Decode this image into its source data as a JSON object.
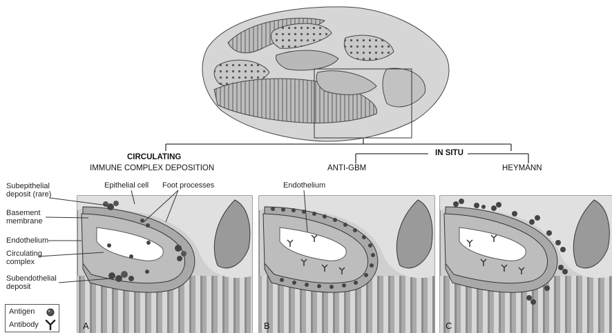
{
  "headers": {
    "circulating_title": "CIRCULATING",
    "circulating_subtitle": "IMMUNE COMPLEX DEPOSITION",
    "in_situ": "IN SITU",
    "anti_gbm": "ANTI-GBM",
    "heymann": "HEYMANN"
  },
  "labels": {
    "subepithelial": "Subepithelial\ndeposit (rare)",
    "epithelial_cell": "Epithelial cell",
    "foot_processes": "Foot processes",
    "basement_membrane": "Basement\nmembrane",
    "endothelium_a": "Endothelium",
    "circulating_complex": "Circulating\ncomplex",
    "subendothelial": "Subendothelial\ndeposit",
    "endothelium_b": "Endothelium"
  },
  "legend": {
    "antigen": "Antigen",
    "antibody": "Antibody"
  },
  "panel_letters": [
    "A",
    "B",
    "C"
  ],
  "colors": {
    "tissue_light": "#cfcfcf",
    "tissue_mid": "#a8a8a8",
    "tissue_dark": "#6e6e6e",
    "line": "#333333"
  }
}
